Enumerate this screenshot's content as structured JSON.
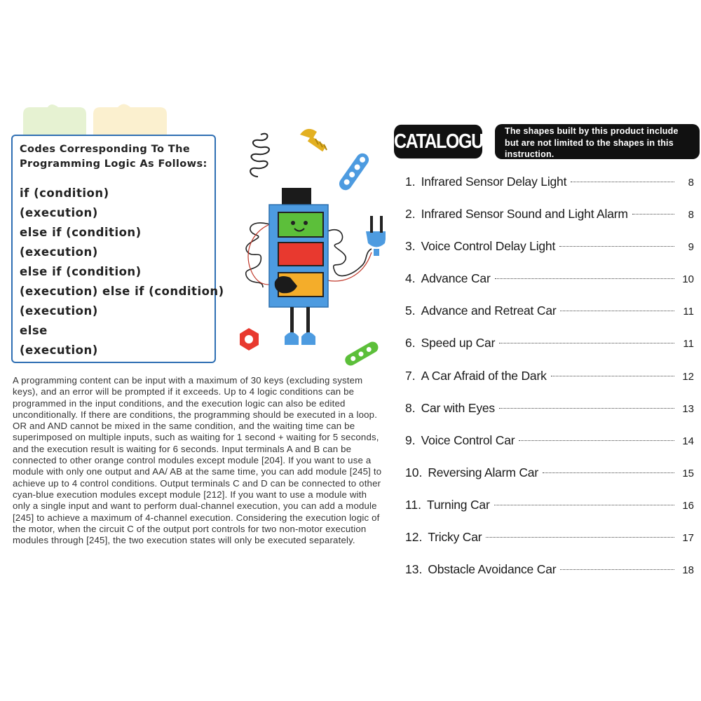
{
  "code_box": {
    "heading": "Codes Corresponding To The Programming Logic As Follows:",
    "lines": [
      "if (condition)",
      "(execution)",
      "else if (condition)",
      "(execution)",
      "else if (condition)",
      "(execution) else if (condition)",
      "(execution)",
      "else",
      "(execution)"
    ]
  },
  "body_text": "A programming content can be input with a maximum of 30 keys (excluding system keys), and an error will be prompted if it exceeds. Up to 4 logic conditions can be programmed in the input conditions, and the execution logic can also be edited unconditionally. If there are conditions, the programming should be executed in a loop. OR and AND cannot be mixed in the same condition, and the waiting time can be superimposed on multiple inputs, such as waiting for 1 second + waiting for 5 seconds, and the execution result is waiting for 6 seconds. Input terminals A and B can be connected to other orange control modules except module [204]. If you want to use a module with only one output and AA/ AB at the same time, you can add module [245] to achieve up to 4 control conditions. Output terminals C and D can be connected to other cyan-blue execution modules except module [212]. If you want to use a module with only a single input and want to perform dual-channel execution, you can add a module [245] to achieve a maximum of 4-channel execution. Considering the execution logic of the motor, when the circuit C of the output port controls for two non-motor execution modules through [245], the two execution states will only be executed separately.",
  "catalogue": {
    "title": "CATALOGUE",
    "note": "The shapes built by this product include but are not limited to the shapes in this instruction.",
    "items": [
      {
        "num": "1.",
        "label": "Infrared Sensor Delay Light",
        "page": "8"
      },
      {
        "num": "2.",
        "label": "Infrared Sensor Sound and Light Alarm",
        "page": "8"
      },
      {
        "num": "3.",
        "label": "Voice Control Delay Light",
        "page": "9"
      },
      {
        "num": "4.",
        "label": "Advance Car",
        "page": "10"
      },
      {
        "num": "5.",
        "label": "Advance and Retreat Car",
        "page": "11"
      },
      {
        "num": "6.",
        "label": "Speed up Car",
        "page": "11"
      },
      {
        "num": "7.",
        "label": "A Car Afraid of the Dark",
        "page": "12"
      },
      {
        "num": "8.",
        "label": "Car with Eyes",
        "page": "13"
      },
      {
        "num": "9.",
        "label": "Voice Control Car",
        "page": "14"
      },
      {
        "num": "10.",
        "label": "Reversing Alarm Car",
        "page": "15"
      },
      {
        "num": "11.",
        "label": "Turning Car",
        "page": "16"
      },
      {
        "num": "12.",
        "label": "Tricky Car",
        "page": "17"
      },
      {
        "num": "13.",
        "label": "Obstacle Avoidance Car",
        "page": "18"
      }
    ]
  },
  "colors": {
    "box_border": "#2f6fb3",
    "robot_body": "#4d9be0",
    "robot_green": "#5cbf3a",
    "robot_red": "#e8392f",
    "robot_orange": "#f4ad2a"
  },
  "illustration": {
    "name": "robot-illustration",
    "icons": [
      "spring-icon",
      "screw-icon",
      "link-bar-icon",
      "plug-icon",
      "hex-nut-icon",
      "green-link-bar-icon"
    ]
  }
}
